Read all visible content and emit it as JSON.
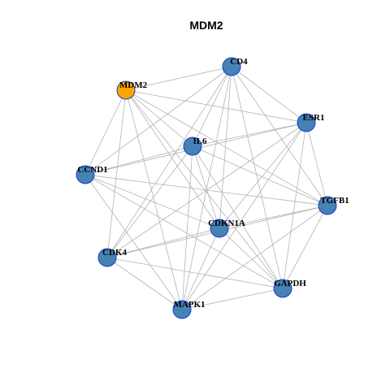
{
  "title": "MDM2",
  "colors": {
    "hub": "#FFA500",
    "node": "#4682B4",
    "node_border": "#1A3CCC",
    "edge": "#B3B3B3"
  },
  "nodes": [
    {
      "id": "MDM2",
      "label": "MDM2",
      "role": "hub"
    },
    {
      "id": "CD4",
      "label": "CD4",
      "role": "node"
    },
    {
      "id": "ESR1",
      "label": "ESR1",
      "role": "node"
    },
    {
      "id": "IL6",
      "label": "IL6",
      "role": "node"
    },
    {
      "id": "CCND1",
      "label": "CCND1",
      "role": "node"
    },
    {
      "id": "TGFB1",
      "label": "TGFB1",
      "role": "node"
    },
    {
      "id": "CDKN1A",
      "label": "CDKN1A",
      "role": "node"
    },
    {
      "id": "CDK4",
      "label": "CDK4",
      "role": "node"
    },
    {
      "id": "GAPDH",
      "label": "GAPDH",
      "role": "node"
    },
    {
      "id": "MAPK1",
      "label": "MAPK1",
      "role": "node"
    }
  ],
  "edges": [
    [
      "MDM2",
      "CD4"
    ],
    [
      "MDM2",
      "ESR1"
    ],
    [
      "MDM2",
      "IL6"
    ],
    [
      "MDM2",
      "CCND1"
    ],
    [
      "MDM2",
      "TGFB1"
    ],
    [
      "MDM2",
      "CDKN1A"
    ],
    [
      "MDM2",
      "CDK4"
    ],
    [
      "MDM2",
      "GAPDH"
    ],
    [
      "MDM2",
      "MAPK1"
    ],
    [
      "CD4",
      "ESR1"
    ],
    [
      "CD4",
      "IL6"
    ],
    [
      "CD4",
      "CCND1"
    ],
    [
      "CD4",
      "TGFB1"
    ],
    [
      "CD4",
      "CDKN1A"
    ],
    [
      "CD4",
      "CDK4"
    ],
    [
      "CD4",
      "GAPDH"
    ],
    [
      "CD4",
      "MAPK1"
    ],
    [
      "ESR1",
      "IL6"
    ],
    [
      "ESR1",
      "CCND1"
    ],
    [
      "ESR1",
      "TGFB1"
    ],
    [
      "ESR1",
      "CDKN1A"
    ],
    [
      "ESR1",
      "CDK4"
    ],
    [
      "ESR1",
      "GAPDH"
    ],
    [
      "ESR1",
      "MAPK1"
    ],
    [
      "IL6",
      "CCND1"
    ],
    [
      "IL6",
      "TGFB1"
    ],
    [
      "IL6",
      "CDKN1A"
    ],
    [
      "IL6",
      "CDK4"
    ],
    [
      "IL6",
      "GAPDH"
    ],
    [
      "IL6",
      "MAPK1"
    ],
    [
      "CCND1",
      "TGFB1"
    ],
    [
      "CCND1",
      "CDKN1A"
    ],
    [
      "CCND1",
      "GAPDH"
    ],
    [
      "CCND1",
      "MAPK1"
    ],
    [
      "TGFB1",
      "CDKN1A"
    ],
    [
      "TGFB1",
      "CDK4"
    ],
    [
      "TGFB1",
      "GAPDH"
    ],
    [
      "TGFB1",
      "MAPK1"
    ],
    [
      "CDKN1A",
      "CDK4"
    ],
    [
      "CDKN1A",
      "GAPDH"
    ],
    [
      "CDKN1A",
      "MAPK1"
    ],
    [
      "CDK4",
      "GAPDH"
    ],
    [
      "CDK4",
      "MAPK1"
    ],
    [
      "GAPDH",
      "MAPK1"
    ]
  ]
}
